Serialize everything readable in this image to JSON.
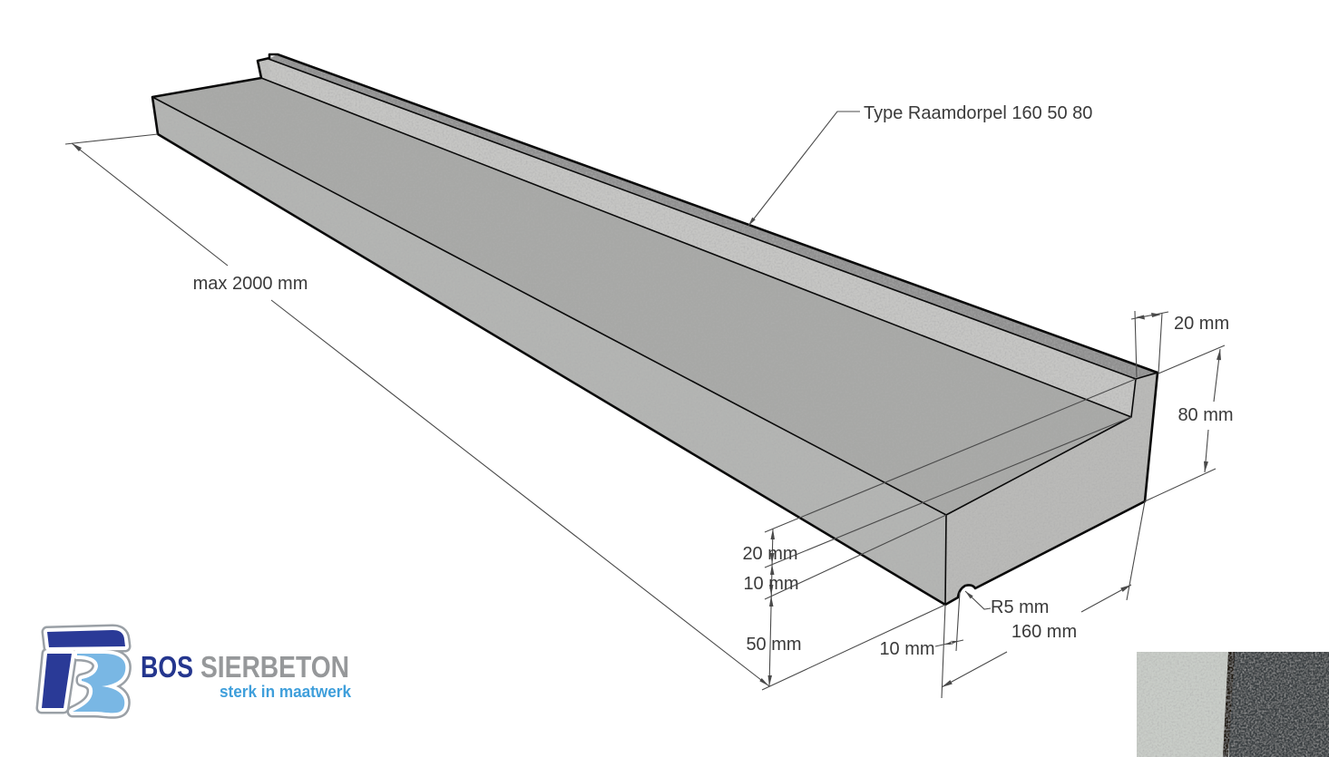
{
  "annotations": {
    "type_label": "Type Raamdorpel 160 50 80",
    "length": "max 2000 mm",
    "upstand_top_width": "20 mm",
    "back_height": "80 mm",
    "upstand_height": "20 mm",
    "slope_rise": "10 mm",
    "front_height": "50 mm",
    "groove_offset": "10 mm",
    "groove_radius": "R5 mm",
    "profile_width": "160 mm"
  },
  "logo": {
    "brand_primary": "BOS",
    "brand_secondary": "SIERBETON",
    "tagline": "sterk in maatwerk",
    "colors": {
      "primary_blue": "#24368e",
      "secondary_gray": "#96989a",
      "tagline_blue": "#3f9fdb",
      "mark_dark_blue": "#2a3a97",
      "mark_light_blue": "#79b7e4",
      "mark_outline_gray": "#9aa0a6"
    }
  },
  "beam": {
    "colors": {
      "top": "#a7a8a6",
      "front": "#b4b5b3",
      "end": "#babab8",
      "upstand_inner": "#c6c6c4",
      "upstand_top": "#8f8f8f",
      "tab": "#c2c2c0",
      "edge": "#0a0a0a",
      "dimension_line": "#4a4a4a",
      "label_text": "#3a3a3a"
    }
  },
  "photo": {
    "left_swatch": "#c9cdc8",
    "right_swatch": "#383c40",
    "divider": "#1b140e"
  }
}
